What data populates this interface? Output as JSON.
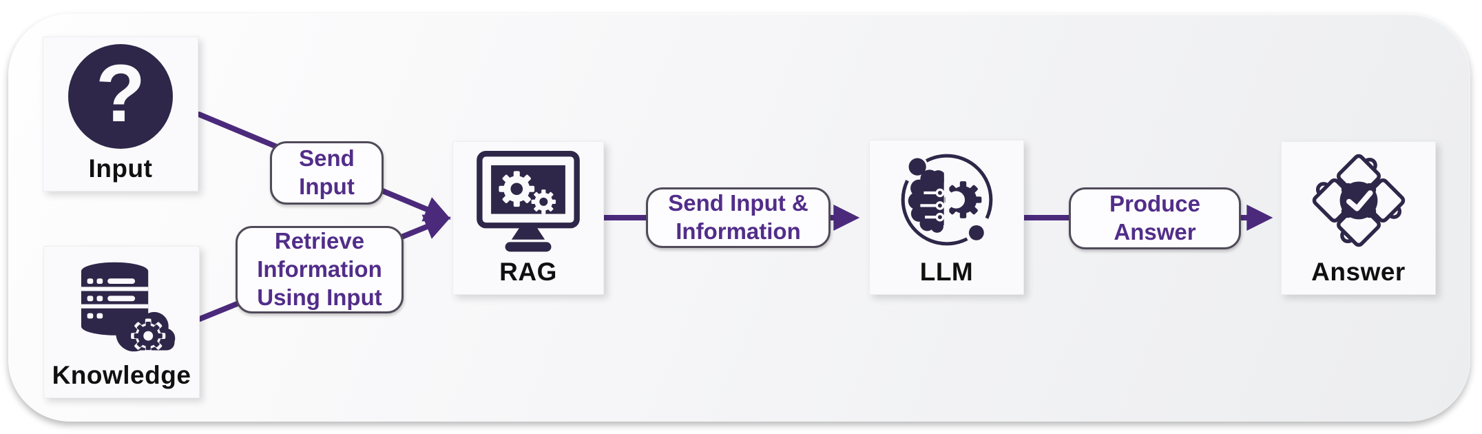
{
  "diagram": {
    "type": "flowchart",
    "description": "RAG pipeline flow diagram",
    "icons": {
      "question_glyph": "?"
    },
    "nodes": [
      {
        "id": "input",
        "label": "Input",
        "icon": "question-mark-icon"
      },
      {
        "id": "knowledge",
        "label": "Knowledge",
        "icon": "database-cloud-gear-icon"
      },
      {
        "id": "rag",
        "label": "RAG",
        "icon": "monitor-gears-icon"
      },
      {
        "id": "llm",
        "label": "LLM",
        "icon": "brain-gear-orbit-icon"
      },
      {
        "id": "answer",
        "label": "Answer",
        "icon": "puzzle-check-icon"
      }
    ],
    "edges": [
      {
        "from": "input",
        "to": "rag",
        "label": "Send\nInput"
      },
      {
        "from": "knowledge",
        "to": "rag",
        "label": "Retrieve\nInformation\nUsing Input"
      },
      {
        "from": "rag",
        "to": "llm",
        "label": "Send Input &\nInformation"
      },
      {
        "from": "llm",
        "to": "answer",
        "label": "Produce\nAnswer"
      }
    ],
    "colors": {
      "arrow": "#4b2a7c",
      "edge_label_text": "#522d89",
      "edge_label_border": "#504a59",
      "icon_dark": "#2e2749",
      "node_label_text": "#101010",
      "node_background": "#fafafc",
      "panel_background": "#f4f4f6"
    }
  }
}
